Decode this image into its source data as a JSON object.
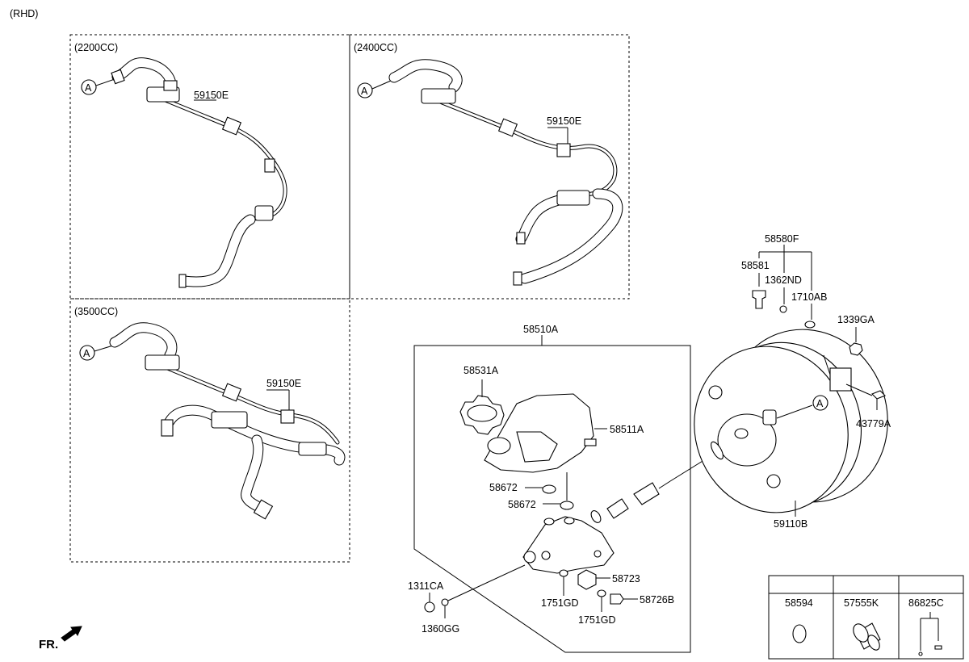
{
  "header": {
    "variant": "(RHD)"
  },
  "panels": {
    "p2200": {
      "title": "(2200CC)",
      "part": "59150E",
      "ref": "A"
    },
    "p2400": {
      "title": "(2400CC)",
      "part": "59150E",
      "ref": "A"
    },
    "p3500": {
      "title": "(3500CC)",
      "part": "59150E",
      "ref": "A"
    }
  },
  "master_cylinder": {
    "assy": "58510A",
    "cap": "58531A",
    "reservoir": "58511A",
    "grommet1": "58672",
    "grommet2": "58672",
    "nut": "1311CA",
    "washer": "1360GG",
    "oring1": "1751GD",
    "oring2": "1751GD",
    "fitting": "58723",
    "plug": "58726B"
  },
  "booster": {
    "assy": "59110B",
    "kit": "58580F",
    "pin": "58581",
    "clip1": "1362ND",
    "clip2": "1710AB",
    "nut": "1339GA",
    "clip3": "43779A",
    "ref": "A"
  },
  "legend_table": {
    "columns": [
      "58594",
      "57555K",
      "86825C"
    ]
  },
  "footer": {
    "direction": "FR."
  }
}
